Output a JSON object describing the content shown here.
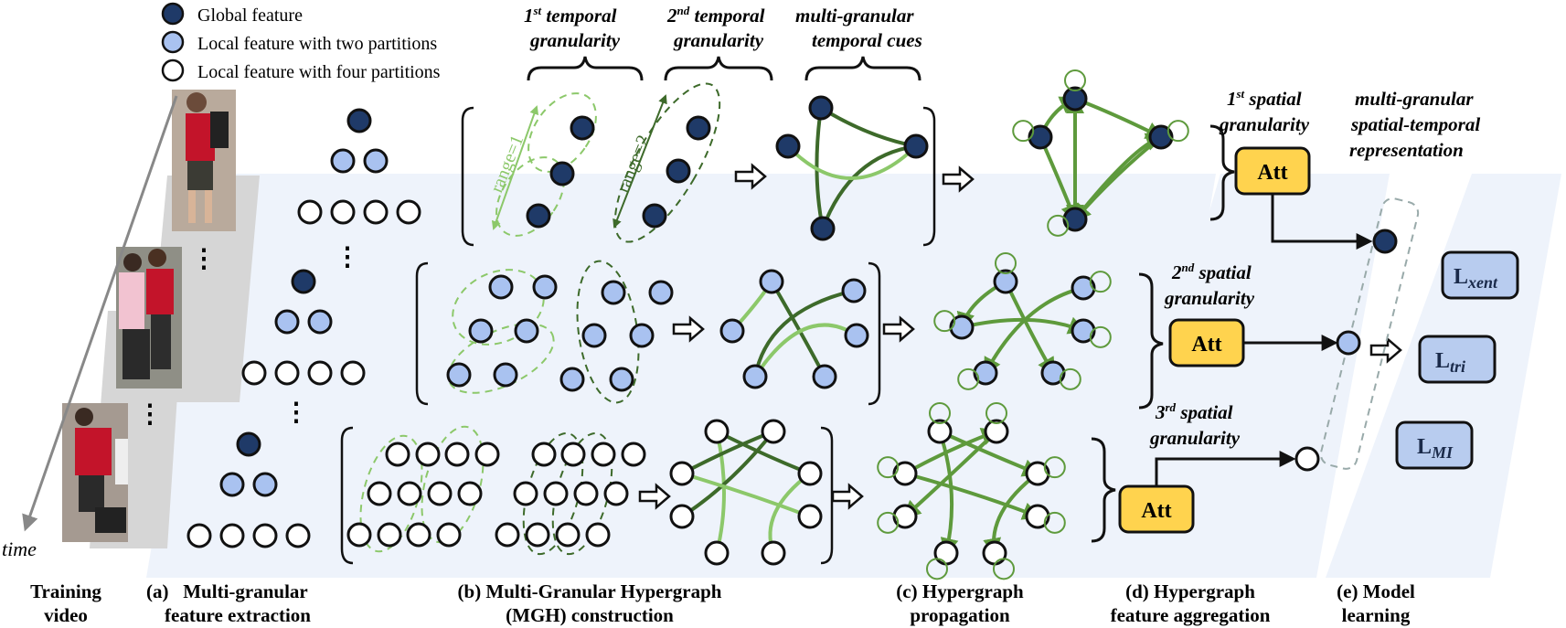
{
  "legend": [
    {
      "label": "Global feature",
      "kind": "global"
    },
    {
      "label": "Local feature with two partitions",
      "kind": "two"
    },
    {
      "label": "Local feature with four partitions",
      "kind": "four"
    }
  ],
  "colors": {
    "global": "#1f3a68",
    "two": "#a9c2f0",
    "four": "#ffffff",
    "panel": "#eef3fb",
    "green_light": "#8cc86a",
    "green_mid": "#5e9a3c",
    "green_dark": "#3d6a2a",
    "att_fill": "#ffd34e",
    "loss_fill": "#b8ccef"
  },
  "headers": {
    "temporal1": {
      "sup": "st",
      "pre": "1",
      "line1": " temporal",
      "line2": "granularity"
    },
    "temporal2": {
      "sup": "nd",
      "pre": "2",
      "line1": " temporal",
      "line2": "granularity"
    },
    "cues": {
      "line1": "multi-granular",
      "line2": "temporal cues"
    },
    "spatial1": {
      "sup": "st",
      "pre": "1",
      "line1": " spatial",
      "line2": "granularity"
    },
    "spatial2": {
      "sup": "nd",
      "pre": "2",
      "line1": " spatial",
      "line2": "granularity"
    },
    "spatial3": {
      "sup": "rd",
      "pre": "3",
      "line1": " spatial",
      "line2": "granularity"
    },
    "rep": {
      "line1": "multi-granular",
      "line2": "spatial-temporal",
      "line3": "representation"
    }
  },
  "range_labels": {
    "r1": "range=1",
    "r2": "range=2"
  },
  "att_label": "Att",
  "losses": [
    {
      "base": "L",
      "sub": "xent"
    },
    {
      "base": "L",
      "sub": "tri"
    },
    {
      "base": "L",
      "sub": "MI"
    }
  ],
  "time_label": "time",
  "ellipsis": "⋮",
  "captions": [
    {
      "line1": "Training",
      "line2": "video"
    },
    {
      "line1": "(a)   Multi-granular",
      "line2": "feature extraction"
    },
    {
      "line1": "(b) Multi-Granular Hypergraph",
      "line2": "(MGH) construction"
    },
    {
      "line1": "(c) Hypergraph",
      "line2": "propagation"
    },
    {
      "line1": "(d) Hypergraph",
      "line2": "feature aggregation"
    },
    {
      "line1": "(e) Model",
      "line2": "learning"
    }
  ]
}
